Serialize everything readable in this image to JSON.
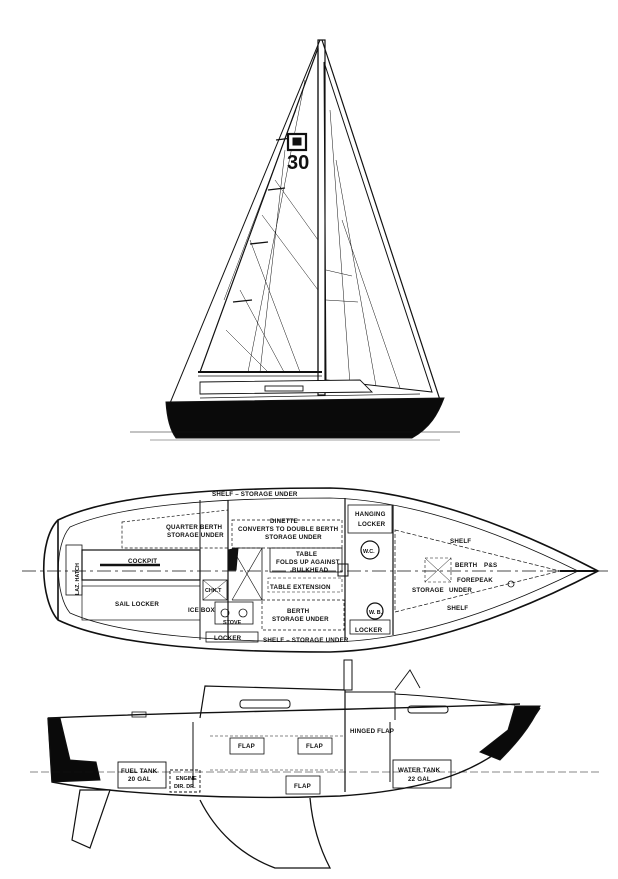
{
  "sail_plan": {
    "sail_number": "30"
  },
  "plan_view": {
    "labels": {
      "shelf_top": "SHELF – STORAGE UNDER",
      "hanging_locker_1": "HANGING",
      "hanging_locker_2": "LOCKER",
      "quarter_berth_1": "QUARTER BERTH",
      "quarter_berth_2": "STORAGE UNDER",
      "dinette_1": "DINETTE",
      "dinette_2": "CONVERTS TO DOUBLE BERTH",
      "dinette_3": "STORAGE UNDER",
      "table_1": "TABLE",
      "table_2": "FOLDS UP AGAINST",
      "table_3": "BULKHEAD",
      "table_extension": "TABLE EXTENSION",
      "shelf_right_top": "SHELF",
      "shelf_right_bottom": "SHELF",
      "wc": "W.C.",
      "wb": "W. B.",
      "berth": "BERTH",
      "ps": "P&S",
      "forepeak": "FOREPEAK",
      "storage_under": "STORAGE",
      "under": "UNDER",
      "laz_hatch": "LAZ. HATCH",
      "cockpit": "COCKPIT",
      "sail_locker": "SAIL LOCKER",
      "chk": "CHK.T",
      "ice_box": "ICE BOX",
      "stove": "STOVE",
      "berth_storage_1": "BERTH",
      "berth_storage_2": "STORAGE UNDER",
      "locker_left": "LOCKER",
      "shelf_bottom": "SHELF – STORAGE UNDER",
      "locker_right": "LOCKER"
    }
  },
  "profile_view": {
    "labels": {
      "flap_1": "FLAP",
      "flap_2": "FLAP",
      "flap_3": "FLAP",
      "hinged_flap": "HINGED FLAP",
      "fuel_tank_1": "FUEL TANK",
      "fuel_tank_2": "20 GAL",
      "engine_1": "ENGINE",
      "engine_2": "DIR. DR.",
      "water_tank_1": "WATER TANK",
      "water_tank_2": "22 GAL"
    }
  },
  "colors": {
    "ink": "#111111",
    "hull": "#0a0a0a",
    "paper": "#ffffff"
  }
}
